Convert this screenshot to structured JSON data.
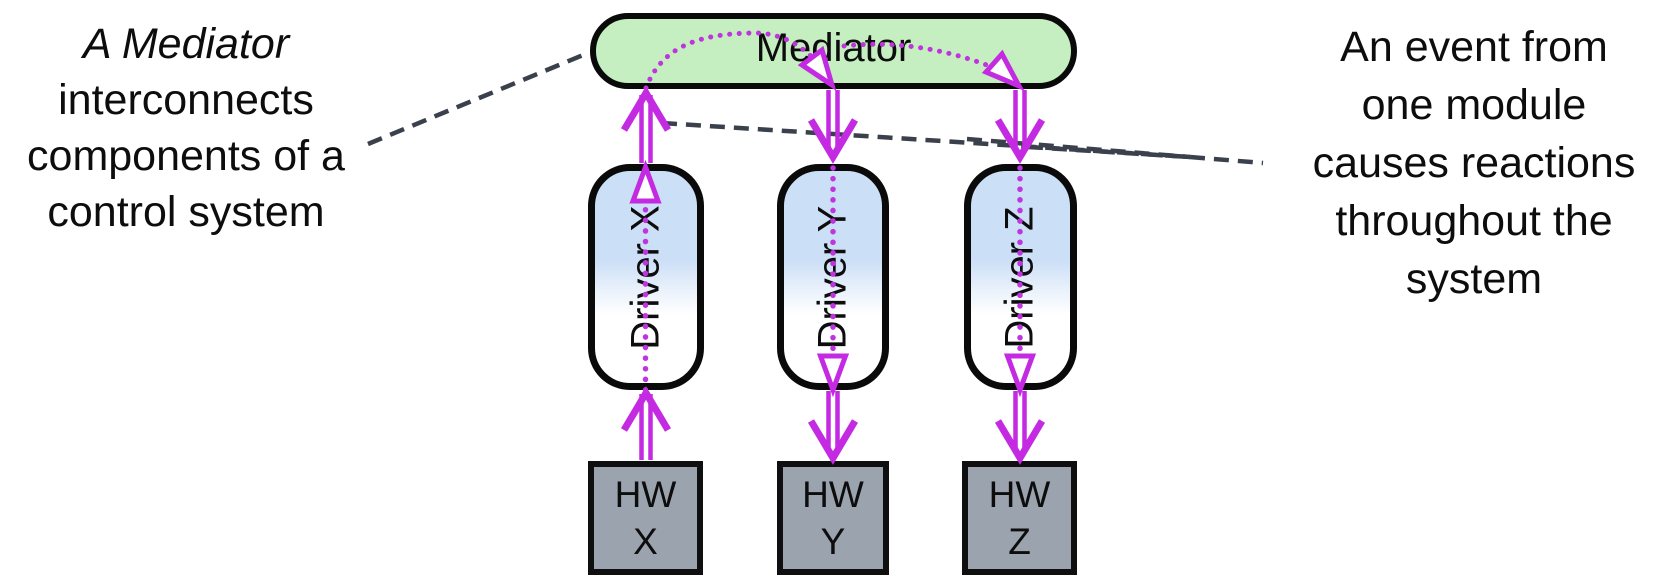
{
  "diagram": {
    "mediator": {
      "label": "Mediator"
    },
    "drivers": [
      {
        "label": "Driver X"
      },
      {
        "label": "Driver Y"
      },
      {
        "label": "Driver Z"
      }
    ],
    "hardware": [
      {
        "line1": "HW",
        "line2": "X"
      },
      {
        "line1": "HW",
        "line2": "Y"
      },
      {
        "line1": "HW",
        "line2": "Z"
      }
    ]
  },
  "annotations": {
    "left": {
      "lines": [
        "A Mediator",
        "interconnects",
        "components of a",
        "control system"
      ]
    },
    "right": {
      "lines": [
        "An event from",
        "one module",
        "causes reactions",
        "throughout the",
        "system"
      ]
    }
  },
  "colors": {
    "accent_magenta": "#c32ae2",
    "dot_magenta": "#bf35dd",
    "mediator_fill": "#c5efc0",
    "driver_fill_top": "#cbdff7",
    "hw_fill": "#9ba3ae",
    "annotation_line": "#3a414c",
    "outline": "#0a0a0a"
  }
}
